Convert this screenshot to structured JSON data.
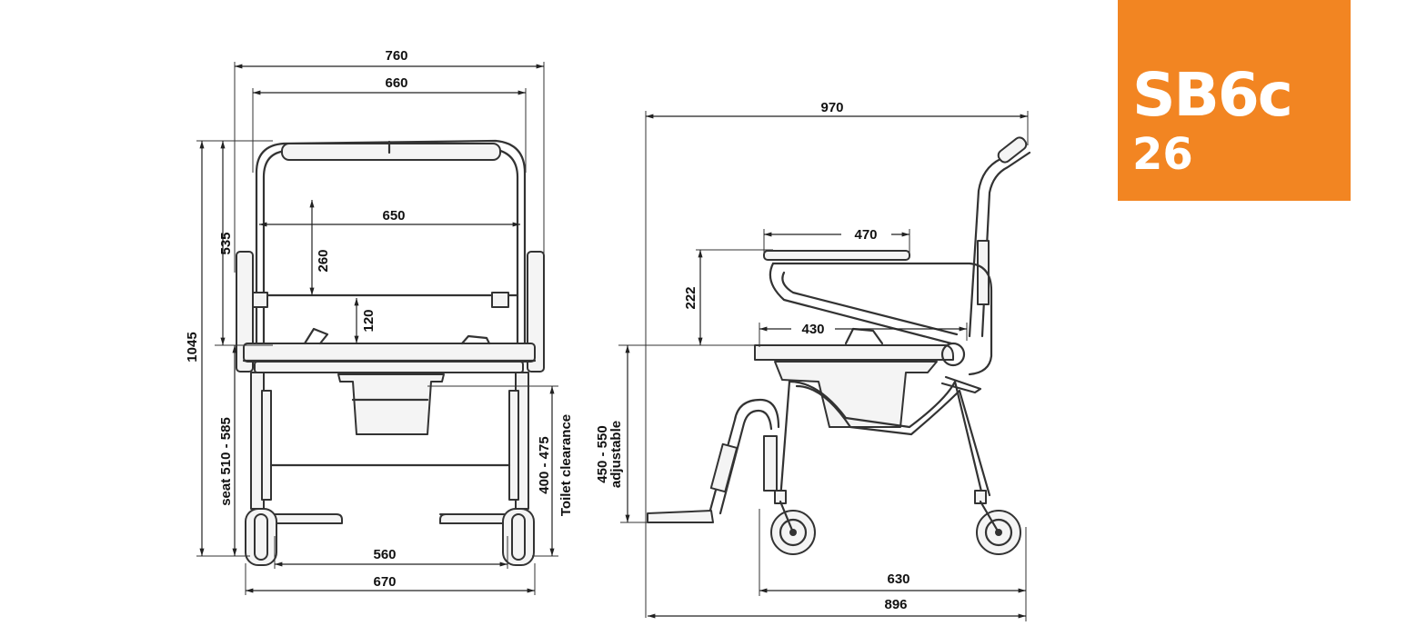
{
  "badge": {
    "model": "SB6c",
    "size": "26",
    "color": "#f28522"
  },
  "front_view": {
    "overall_width": "760",
    "armrest_width": "660",
    "backrest_width": "650",
    "back_height": "535",
    "overall_height": "1045",
    "backrest_height": "260",
    "seat_to_back_gap": "120",
    "seat_height": "seat 510 - 585",
    "toilet_clearance_value": "400 - 475",
    "toilet_clearance_label": "Toilet clearance",
    "inner_wheel_width": "560",
    "outer_wheel_width": "670"
  },
  "side_view": {
    "overall_length": "970",
    "armrest_length": "470",
    "armrest_height": "222",
    "seat_depth": "430",
    "footrest_range": "450 - 550",
    "footrest_label": "adjustable",
    "wheelbase": "630",
    "base_length": "896"
  }
}
